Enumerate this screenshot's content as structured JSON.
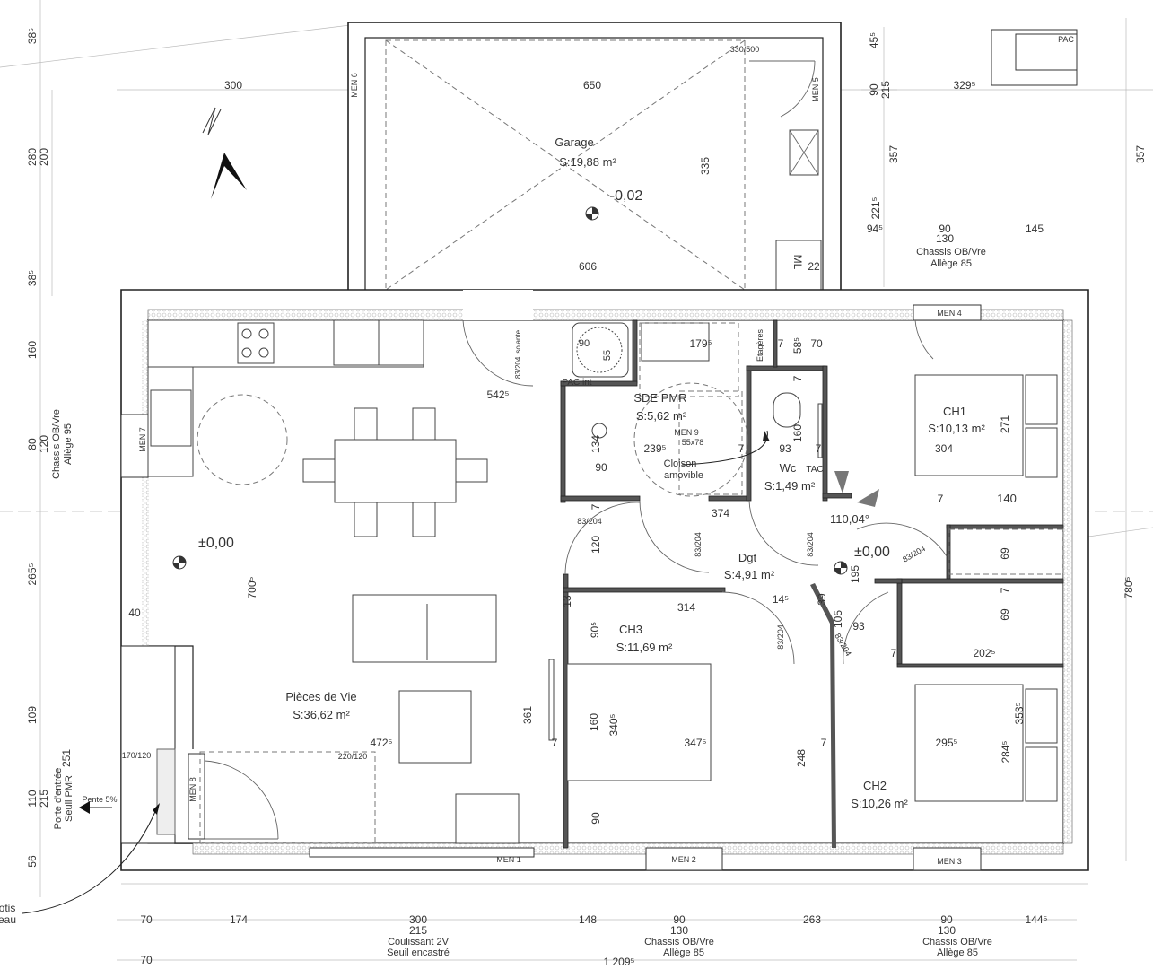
{
  "rooms": {
    "garage": {
      "name": "Garage",
      "area": "S:19,88 m²",
      "level": "-0,02"
    },
    "living": {
      "name": "Pièces de Vie",
      "area": "S:36,62 m²",
      "level": "±0,00"
    },
    "bathroom": {
      "name": "SDE PMR",
      "area": "S:5,62 m²"
    },
    "wc": {
      "name": "Wc",
      "area": "S:1,49 m²",
      "tag": "TAC"
    },
    "hall": {
      "name": "Dgt",
      "area": "S:4,91 m²",
      "level": "±0,00",
      "angle": "110,04°"
    },
    "ch1": {
      "name": "CH1",
      "area": "S:10,13 m²"
    },
    "ch2": {
      "name": "CH2",
      "area": "S:10,26 m²"
    },
    "ch3": {
      "name": "CH3",
      "area": "S:11,69 m²"
    }
  },
  "openings": {
    "men1": "MEN 1",
    "men2": "MEN 2",
    "men3": "MEN 3",
    "men4": "MEN 4",
    "men5": "MEN 5",
    "men6": "MEN 6",
    "men7": "MEN 7",
    "men8": "MEN 8",
    "men9": "MEN 9",
    "men9_size": "55x78",
    "garage_door": "330/500",
    "entry_canopy": "170/120",
    "entry_turn": "220/120",
    "door_insulated": "83/204 isolante",
    "door_sde": "83/204",
    "door_ch3a": "83/204",
    "door_wc": "83/204",
    "door_ch1": "83/204",
    "door_ch2": "83/204",
    "door_ch3b": "83/204"
  },
  "annotations": {
    "pac": "PAC",
    "pac_int": "PAC int",
    "ml": "ML",
    "shelves": "Etagères",
    "partition_1": "Cloison",
    "partition_2": "amovible",
    "slope": "Pente 5%",
    "entry_1": "Porte d'entrée",
    "entry_2": "Seuil PMR",
    "left_window_1": "Chassis OB/Vre",
    "left_window_2": "Allège 95",
    "garage_window_1": "Chassis OB/Vre",
    "garage_window_2": "Allège 85",
    "cut_1": "otis",
    "cut_2": "eau"
  },
  "dimensions": {
    "top": [
      "300",
      "650",
      "329⁵"
    ],
    "garage": [
      "335",
      "606",
      "22"
    ],
    "right": [
      "45⁵",
      "90",
      "215",
      "357",
      "221⁵",
      "94⁵",
      "90",
      "145",
      "130",
      "357",
      "780⁵"
    ],
    "left": [
      "38⁵",
      "280",
      "200",
      "38⁵",
      "160",
      "80",
      "120",
      "265⁵",
      "40",
      "109",
      "251",
      "110",
      "215",
      "56"
    ],
    "living": [
      "542⁵",
      "700⁵",
      "472⁵",
      "361"
    ],
    "bathroom": [
      "179⁵",
      "239⁵",
      "134",
      "90",
      "7",
      "7",
      "90",
      "55",
      "7",
      "58⁵",
      "70"
    ],
    "wc": [
      "93",
      "160",
      "7",
      "7"
    ],
    "hall": [
      "374",
      "120",
      "195",
      "14⁵",
      "39",
      "105",
      "93"
    ],
    "ch3": [
      "314",
      "13",
      "90⁵",
      "340⁵",
      "160",
      "347⁵",
      "7",
      "90",
      "248",
      "7"
    ],
    "ch1": [
      "271",
      "304",
      "7",
      "140",
      "69",
      "7",
      "69",
      "202⁵",
      "7"
    ],
    "ch2": [
      "295⁵",
      "284⁵",
      "353⁵"
    ],
    "bottom": [
      "70",
      "174",
      "300",
      "215",
      "148",
      "90",
      "130",
      "263",
      "90",
      "130",
      "144⁵",
      "70",
      "1 209⁵"
    ],
    "bottom_notes": [
      "Coulissant 2V",
      "Seuil encastré",
      "Chassis OB/Vre",
      "Allège 85",
      "Chassis OB/Vre",
      "Allège 85"
    ]
  }
}
